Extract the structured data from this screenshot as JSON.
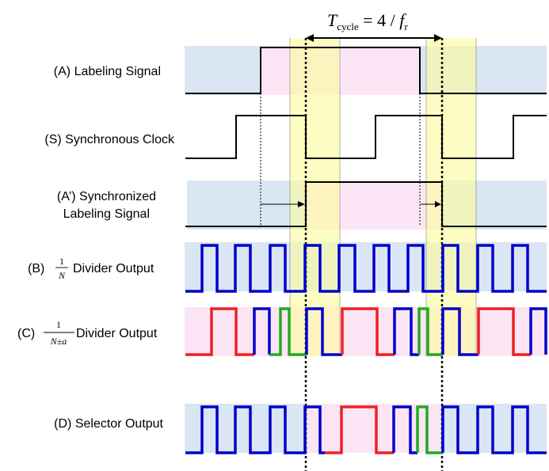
{
  "title": {
    "symbol": "T",
    "subscript": "cycle",
    "equals": " = 4 / ",
    "f": "f",
    "f_sub": "r"
  },
  "labels": {
    "a": "(A) Labeling Signal",
    "s": "(S) Synchronous Clock",
    "a2_line1": "(A’) Synchronized",
    "a2_line2": "Labeling Signal",
    "b_prefix": "(B)",
    "b_num": "1",
    "b_den": "N",
    "b_suffix": "Divider Output",
    "c_prefix": "(C)",
    "c_num": "1",
    "c_den": "N±a",
    "c_suffix": "Divider Output",
    "d": "(D) Selector Output"
  },
  "colors": {
    "blue_band": "#dae6f3",
    "pink_band": "#fbe5f5",
    "yellow_highlight": "#fbfbb0",
    "waveform_black": "#000000",
    "waveform_blue": "#0000cc",
    "waveform_red": "#ee2222",
    "waveform_green": "#22aa22"
  }
}
